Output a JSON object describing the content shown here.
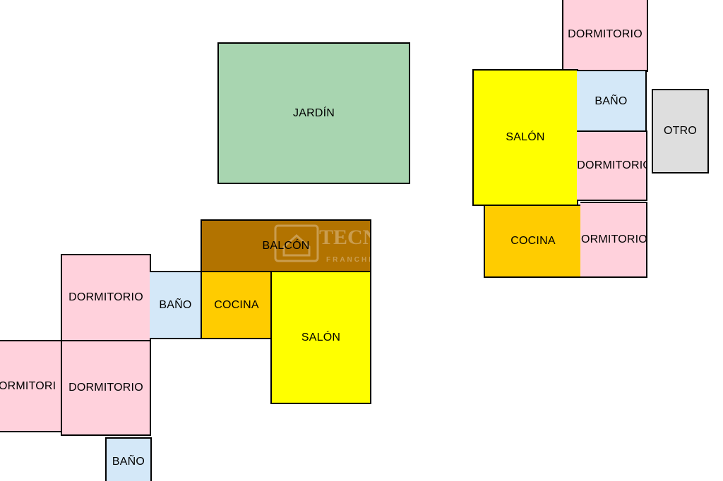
{
  "colors": {
    "jardin": "#a8d5b0",
    "dormitorio": "#ffd1dc",
    "bano": "#d4e8f8",
    "otro": "#dedede",
    "salon": "#ffff00",
    "cocina": "#ffcc00",
    "balcon": "#b27300",
    "border": "#000000"
  },
  "rooms": {
    "jardin": "JARDÍN",
    "balcon": "BALCÓN",
    "dormitorio": "DORMITORIO",
    "bano": "BAÑO",
    "cocina": "COCINA",
    "salon": "SALÓN",
    "otro": "OTRO",
    "ormitori_clipped": "ORMITORI",
    "ormitorio_clipped": "ORMITORIO"
  },
  "watermark": {
    "brand": "TECN",
    "sub": "FRANCHI",
    "icon": "house-logo-icon"
  }
}
